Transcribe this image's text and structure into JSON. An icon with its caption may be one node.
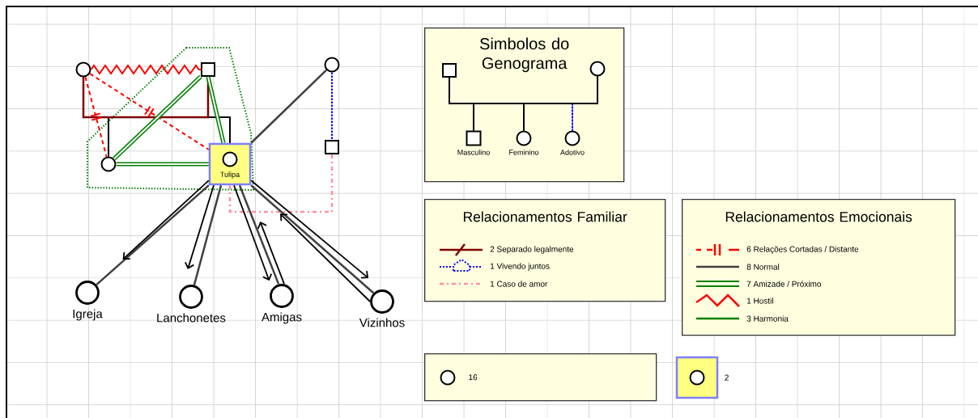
{
  "diagram": {
    "nodes": [
      {
        "text": [],
        "shape": "circle"
      },
      {
        "text": [],
        "shape": "box"
      },
      {
        "text": [],
        "shape": "circle"
      },
      {
        "text": [],
        "shape": "box"
      },
      {
        "text": [],
        "shape": "circle"
      },
      {
        "text": [
          "Tulipa"
        ]
      },
      {
        "text": [
          "Igreja"
        ]
      },
      {
        "text": [
          "Lanchonetes"
        ]
      },
      {
        "text": [
          "Amigas"
        ]
      },
      {
        "text": [
          "Vizinhos"
        ]
      },
      {
        "text": [
          "Simbolos do Genograma"
        ]
      },
      {
        "text": [],
        "shape": "box",
        "in": 10
      },
      {
        "text": [],
        "shape": "circle",
        "in": 10
      },
      {
        "text": [
          "Masculino"
        ],
        "in": 10
      },
      {
        "text": [
          "Feminino"
        ],
        "in": 10
      },
      {
        "text": [
          "Adotivo"
        ],
        "in": 10
      },
      {
        "text": [
          "Relacionamentos Familiar"
        ]
      },
      {
        "text": [
          "Relacionamentos Emocionais"
        ]
      },
      {
        "text": [
          "16"
        ]
      },
      {
        "text": [],
        "shape": "box",
        "beside": [
          "2"
        ]
      }
    ],
    "edges": [
      {
        "from": 0,
        "to": 1,
        "arrow": "none",
        "color": "#800000"
      },
      {
        "from": 0,
        "to": 4,
        "arrow": "none"
      },
      {
        "from": 1,
        "to": 4,
        "arrow": "none"
      },
      {
        "from": 0,
        "to": 5,
        "arrow": "none"
      },
      {
        "from": 1,
        "to": 5,
        "arrow": "none"
      },
      {
        "from": 0,
        "to": 1,
        "arrow": "none",
        "color": "#ff0000"
      },
      {
        "from": 0,
        "to": 4,
        "arrow": "none",
        "style": "dashed",
        "color": "#ff0000"
      },
      {
        "from": 0,
        "to": 5,
        "arrow": "none",
        "style": "dashed",
        "color": "#ff0000"
      },
      {
        "from": 1,
        "to": 4,
        "arrow": "none",
        "style": "thick",
        "color": "#008000"
      },
      {
        "from": 1,
        "to": 5,
        "arrow": "none",
        "style": "thick",
        "color": "#008000"
      },
      {
        "from": 4,
        "to": 5,
        "arrow": "none",
        "style": "thick",
        "color": "#008000"
      },
      {
        "from": 5,
        "to": 2,
        "arrow": "none",
        "color": "#404040"
      },
      {
        "from": 2,
        "to": 3,
        "arrow": "none",
        "style": "dashed",
        "color": "#0000ff"
      },
      {
        "from": 3,
        "to": 5,
        "arrow": "none",
        "style": "dashed",
        "color": "#ff8fa3"
      },
      {
        "from": 5,
        "to": 6,
        "arrow": "none",
        "color": "#404040"
      },
      {
        "from": 5,
        "to": 7,
        "arrow": "none",
        "color": "#404040"
      },
      {
        "from": 5,
        "to": 8,
        "arrow": "none",
        "color": "#404040"
      },
      {
        "from": 5,
        "to": 9,
        "arrow": "none",
        "color": "#404040"
      },
      {
        "from": 5,
        "to": 6,
        "arrow": "to"
      },
      {
        "from": 5,
        "to": 7,
        "arrow": "to"
      },
      {
        "from": 5,
        "to": 8,
        "arrow": "to"
      },
      {
        "from": 8,
        "to": 5,
        "arrow": "to"
      },
      {
        "from": 5,
        "to": 9,
        "arrow": "to"
      },
      {
        "from": 9,
        "to": 5,
        "arrow": "to"
      },
      {
        "from": 11,
        "to": 12,
        "arrow": "none"
      },
      {
        "from": 11,
        "to": 13,
        "arrow": "none"
      },
      {
        "from": 11,
        "to": 14,
        "arrow": "none"
      },
      {
        "from": 11,
        "to": 15,
        "arrow": "none",
        "style": "dashed",
        "color": "#0000ff"
      },
      {
        "from": 12,
        "to": 13,
        "arrow": "none"
      },
      {
        "from": 12,
        "to": 14,
        "arrow": "none"
      },
      {
        "from": 12,
        "to": 15,
        "arrow": "none",
        "style": "dashed",
        "color": "#0000ff"
      }
    ],
    "legend": [
      {
        "text": "2 Separado legalmente"
      },
      {
        "text": "1 Vivendo juntos"
      },
      {
        "text": "1 Caso de amor"
      },
      {
        "text": "6 Relações Cortadas / Distante"
      },
      {
        "text": "8 Normal"
      },
      {
        "text": "7 Amizade / Próximo"
      },
      {
        "text": "1 Hostil"
      },
      {
        "text": "3 Harmonia"
      }
    ]
  }
}
